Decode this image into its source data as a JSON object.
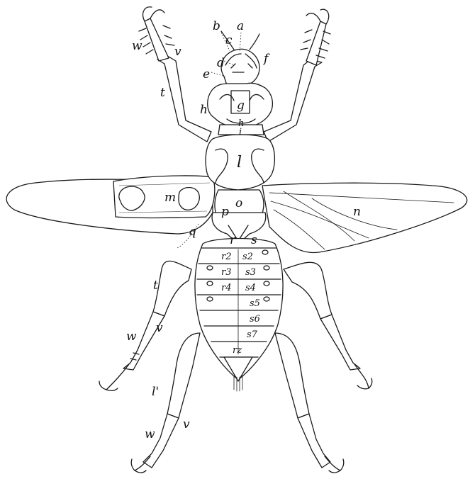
{
  "figure": {
    "labels": {
      "a": "a",
      "b": "b",
      "c": "c",
      "d": "d",
      "e": "e",
      "f": "f",
      "g": "g",
      "h_small": "h",
      "h_side": "h",
      "i": "i",
      "l_thorax": "l",
      "m": "m",
      "n": "n",
      "o": "o",
      "p": "p",
      "q": "q",
      "r": "r",
      "s": "s",
      "r2": "r2",
      "s2": "s2",
      "r3": "r3",
      "s3": "s3",
      "r4": "r4",
      "s4": "s4",
      "s5": "s5",
      "s6": "s6",
      "s7": "s7",
      "rz": "rz",
      "t_upper": "t",
      "t_lower": "t",
      "l_prime": "l'",
      "w_top": "w",
      "v_top": "v",
      "w_mid": "w",
      "v_mid": "v",
      "w_bottom": "w",
      "v_bottom": "v"
    }
  }
}
